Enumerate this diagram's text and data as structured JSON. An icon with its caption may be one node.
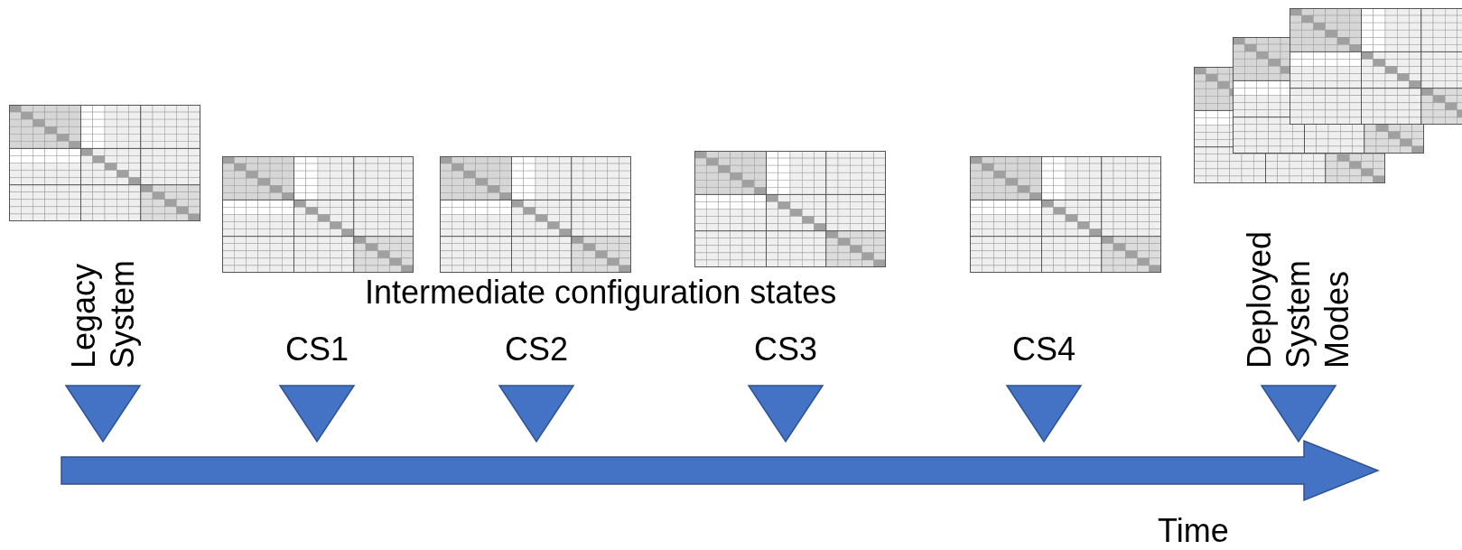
{
  "diagram": {
    "nodes": [
      {
        "text": [
          "Legacy System"
        ]
      },
      {
        "text": [
          "CS1"
        ]
      },
      {
        "text": [
          "CS2"
        ]
      },
      {
        "text": [
          "CS3"
        ]
      },
      {
        "text": [
          "CS4"
        ]
      },
      {
        "text": [
          "Deployed System Modes"
        ]
      }
    ],
    "labels": [
      "Intermediate configuration states",
      "Time"
    ]
  }
}
